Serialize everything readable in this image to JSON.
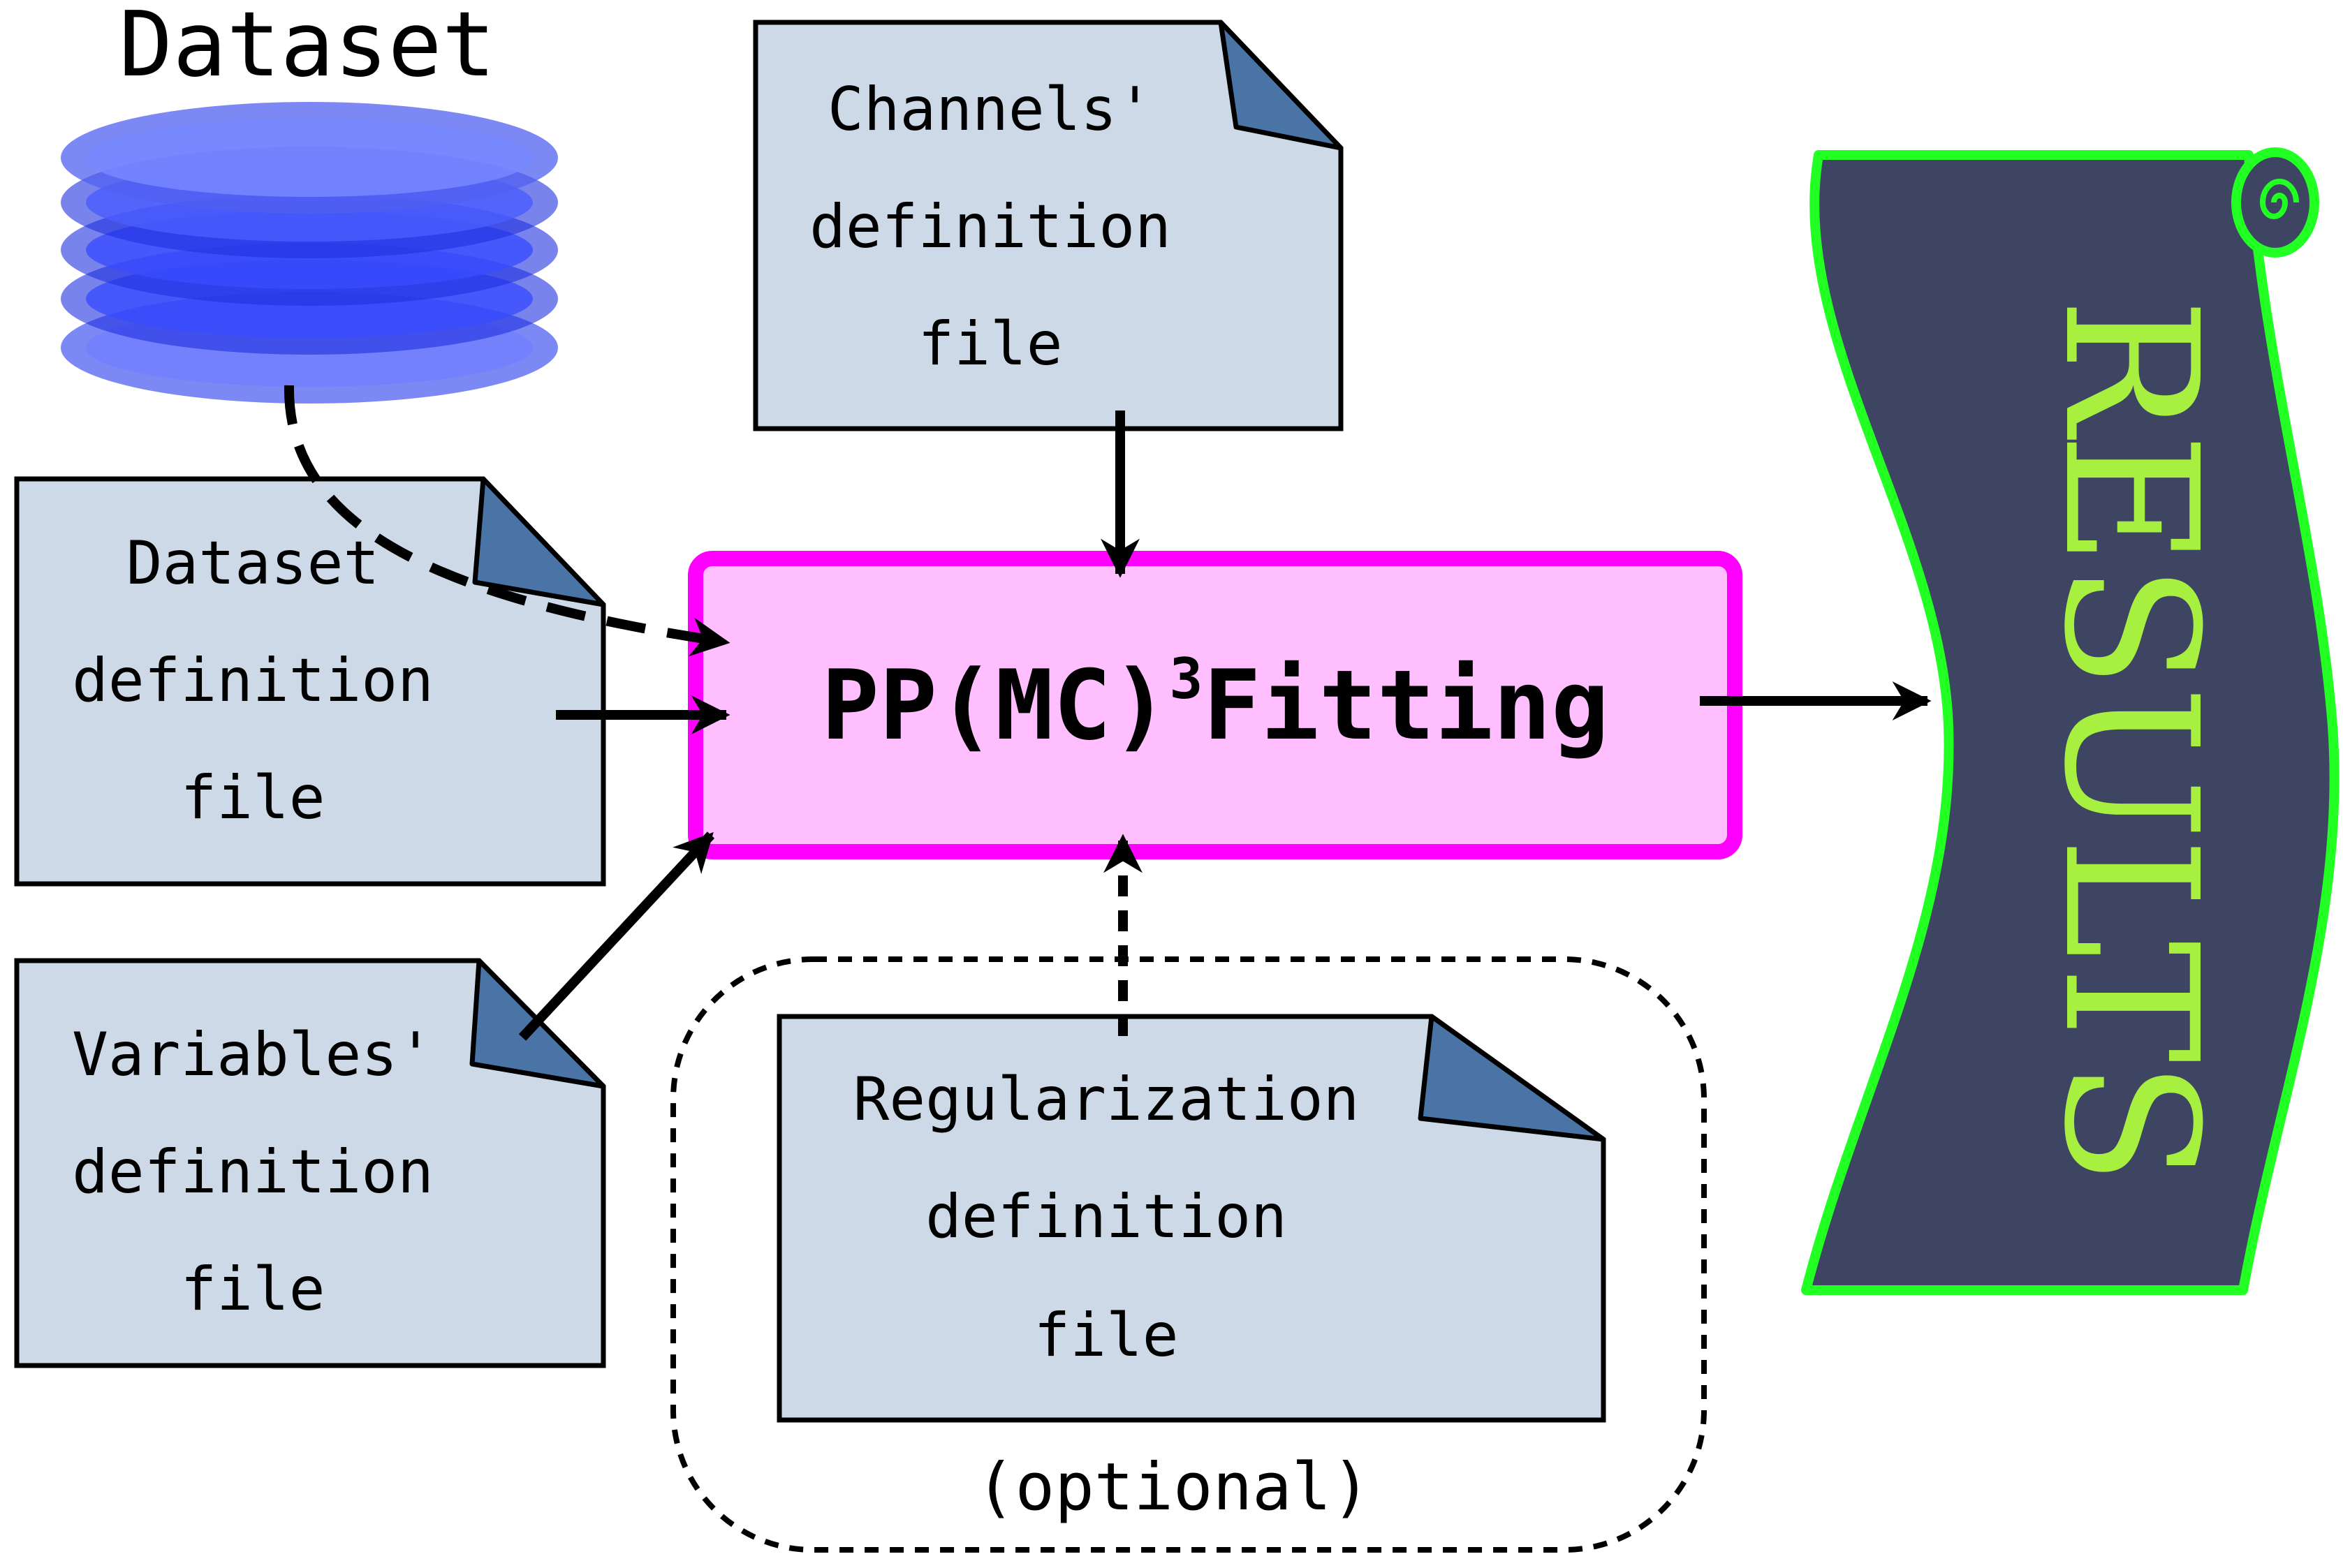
{
  "dataset": {
    "label": "Dataset"
  },
  "docs": {
    "channels": {
      "lines": [
        "Channels'",
        "definition",
        "file"
      ]
    },
    "dataset_def": {
      "lines": [
        "Dataset",
        "definition",
        "file"
      ]
    },
    "variables": {
      "lines": [
        "Variables'",
        "definition",
        "file"
      ]
    },
    "regularization": {
      "lines": [
        "Regularization",
        "definition",
        "file"
      ]
    }
  },
  "fitting": {
    "prefix": "PP(MC)",
    "superscript": "3",
    "suffix": "Fitting"
  },
  "optional": {
    "label": "(optional)"
  },
  "results": {
    "label": "RESULTS"
  },
  "colors": {
    "doc_fill": "#cdd9e6",
    "doc_fold": "#4a73a6",
    "fitting_fill": "#ffbfff",
    "fitting_border": "#ff00ff",
    "results_fill": "#3e4562",
    "results_border": "#22ff22",
    "results_text": "#a8f040",
    "disk_fill": "#2a40ff"
  }
}
